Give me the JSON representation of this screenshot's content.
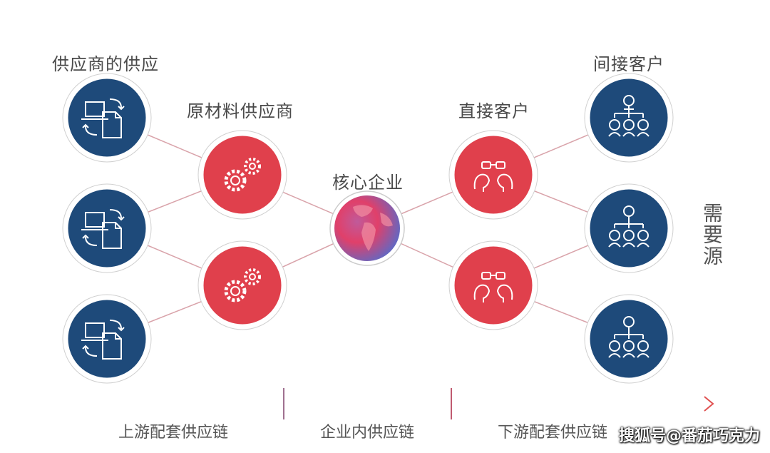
{
  "labels": {
    "suppliers_of_suppliers": "供应商的供应",
    "raw_material_suppliers": "原材料供应商",
    "core_enterprise": "核心企业",
    "direct_customers": "直接客户",
    "indirect_customers": "间接客户",
    "demand_source": "需要源"
  },
  "chain": {
    "upstream": "上游配套供应链",
    "internal": "企业内供应链",
    "downstream": "下游配套供应链"
  },
  "watermark": "搜狐号@番茄巧克力",
  "colors": {
    "blue": "#1e4a7a",
    "red": "#e0404c",
    "line": "#d9a3aa"
  }
}
